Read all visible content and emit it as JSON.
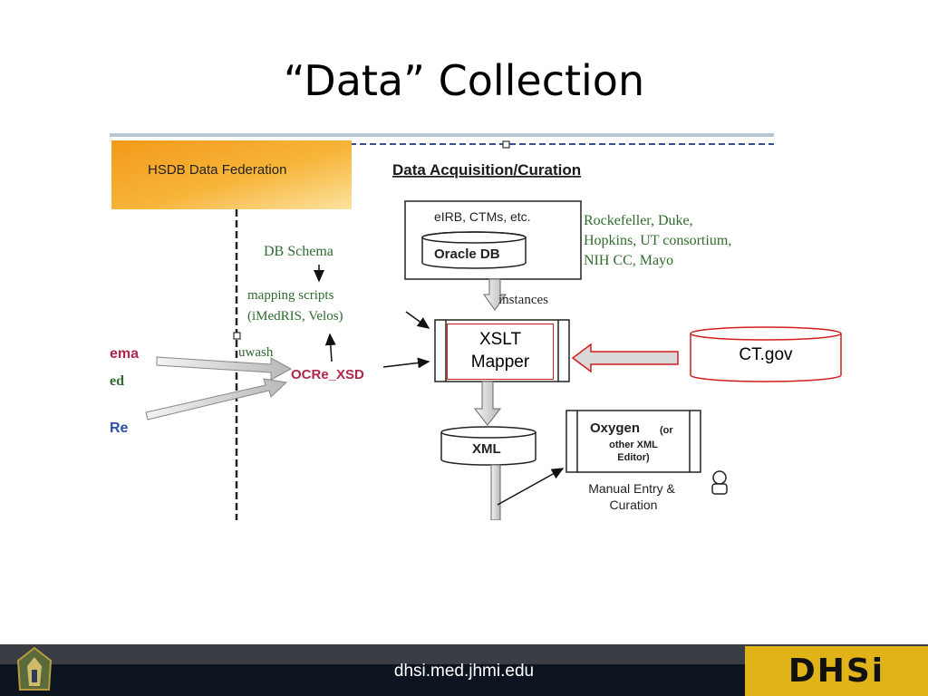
{
  "slide": {
    "title": "“Data” Collection"
  },
  "diagram": {
    "federation_label": "HSDB Data Federation",
    "section_title": "Data Acquisition/Curation",
    "sources_label": "eIRB, CTMs, etc.",
    "oracle_label": "Oracle DB",
    "institutions": [
      "Rockefeller, Duke,",
      "Hopkins, UT consortium,",
      "NIH CC, Mayo"
    ],
    "db_schema": "DB Schema",
    "mapping_scripts": [
      "mapping scripts",
      "(iMedRIS, Velos)"
    ],
    "instances": "instances",
    "uwash": "uwash",
    "ocre_xsd": "OCRe_XSD",
    "left_cut_labels": [
      "ema",
      "ed",
      "Re"
    ],
    "xml_label": "XML",
    "oxygen_main": "Oxygen",
    "oxygen_paren": "(or",
    "oxygen_rest": [
      "other XML",
      "Editor)"
    ],
    "manual_entry": [
      "Manual Entry &",
      "Curation"
    ]
  },
  "overlay": {
    "xslt_lines": [
      "XSLT",
      "Mapper"
    ],
    "ctgov_label": "CT.gov"
  },
  "footer": {
    "url": "dhsi.med.jhmi.edu",
    "logo_text": "DHSi"
  },
  "colors": {
    "accent_red": "#d21d1d",
    "federation_orange": "#f5a623",
    "green_text": "#2f6b2f",
    "footer_bg": "#0c1420",
    "dhsi_gold": "#e0b419"
  }
}
